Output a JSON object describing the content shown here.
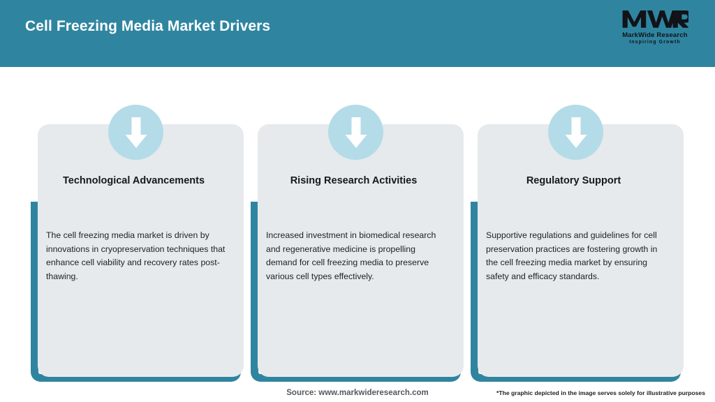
{
  "header": {
    "title": "Cell Freezing Media Market Drivers",
    "background_color": "#2f85a0",
    "title_color": "#ffffff"
  },
  "logo": {
    "mark": "MWR",
    "name": "MarkWide Research",
    "tagline": "Inspiring Growth"
  },
  "theme": {
    "accent_teal": "#2f85a0",
    "icon_circle_blue": "#b4dbe8",
    "card_background": "#e6eaec",
    "page_background": "#ffffff",
    "body_text": "#1d1f23"
  },
  "cards": [
    {
      "icon": "arrow-down-icon",
      "heading": "Technological Advancements",
      "description": "The cell freezing media market is driven by innovations in cryopreservation techniques that enhance cell viability and recovery rates post-thawing."
    },
    {
      "icon": "arrow-down-icon",
      "heading": "Rising Research Activities",
      "description": "Increased investment in biomedical research and regenerative medicine is propelling demand for cell freezing media to preserve various cell types effectively."
    },
    {
      "icon": "arrow-down-icon",
      "heading": "Regulatory Support",
      "description": "Supportive regulations and guidelines for cell preservation practices are fostering growth in the cell freezing media market by ensuring safety and efficacy standards."
    }
  ],
  "footer": {
    "source": "Source: www.markwideresearch.com",
    "disclaimer": "*The graphic depicted in the image serves solely for illustrative purposes"
  }
}
